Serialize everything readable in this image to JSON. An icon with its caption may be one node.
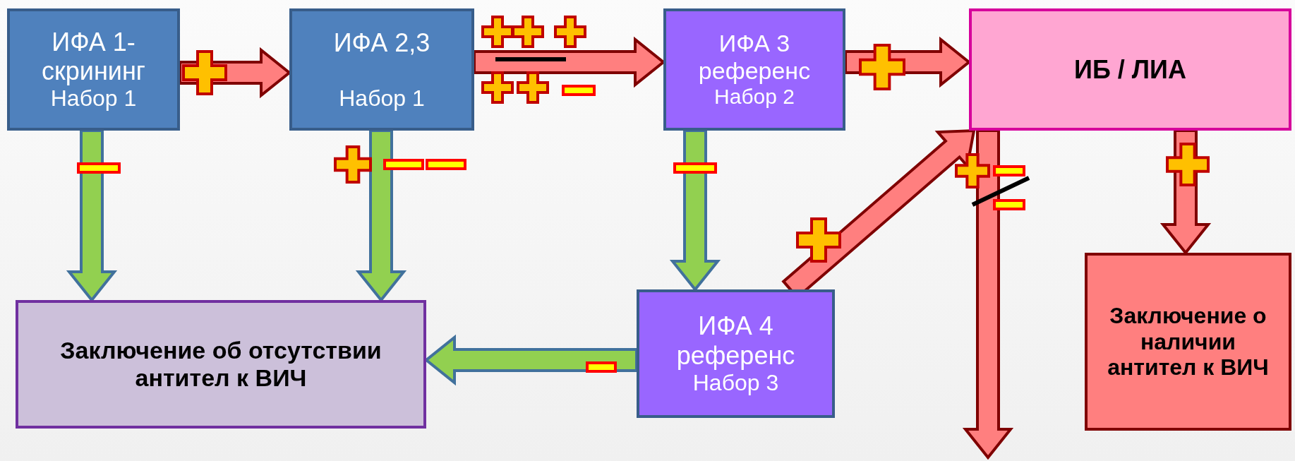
{
  "diagram": {
    "nodes": [
      {
        "text": [
          "ИФА 1- скрининг",
          "Набор 1"
        ]
      },
      {
        "text": [
          "ИФА 2,3",
          "Набор 1"
        ]
      },
      {
        "text": [
          "ИФА 3 референс",
          "Набор 2"
        ]
      },
      {
        "text": [
          "ИБ / ЛИА"
        ]
      },
      {
        "text": [
          "Заключение об отсутствии антител к ВИЧ"
        ]
      },
      {
        "text": [
          "ИФА 4 референс",
          "Набор 3"
        ]
      },
      {
        "text": [
          "Заключение о наличии антител к ВИЧ"
        ]
      }
    ],
    "edges": [
      {
        "from": 0,
        "to": 1,
        "arrow": "to"
      },
      {
        "from": 1,
        "to": 2,
        "arrow": "to"
      },
      {
        "from": 2,
        "to": 3,
        "arrow": "to"
      },
      {
        "from": 0,
        "to": 4,
        "arrow": "to",
        "color": "#92d050"
      },
      {
        "from": 1,
        "to": 4,
        "arrow": "to",
        "color": "#92d050"
      },
      {
        "from": 2,
        "to": 5,
        "arrow": "to",
        "color": "#92d050"
      },
      {
        "from": 5,
        "to": 4,
        "arrow": "to",
        "color": "#92d050"
      },
      {
        "from": 5,
        "to": 3,
        "arrow": "to"
      },
      {
        "from": 3,
        "to": 6,
        "arrow": "to"
      },
      {
        "from": 3,
        "to": null,
        "arrow": "to"
      }
    ]
  }
}
